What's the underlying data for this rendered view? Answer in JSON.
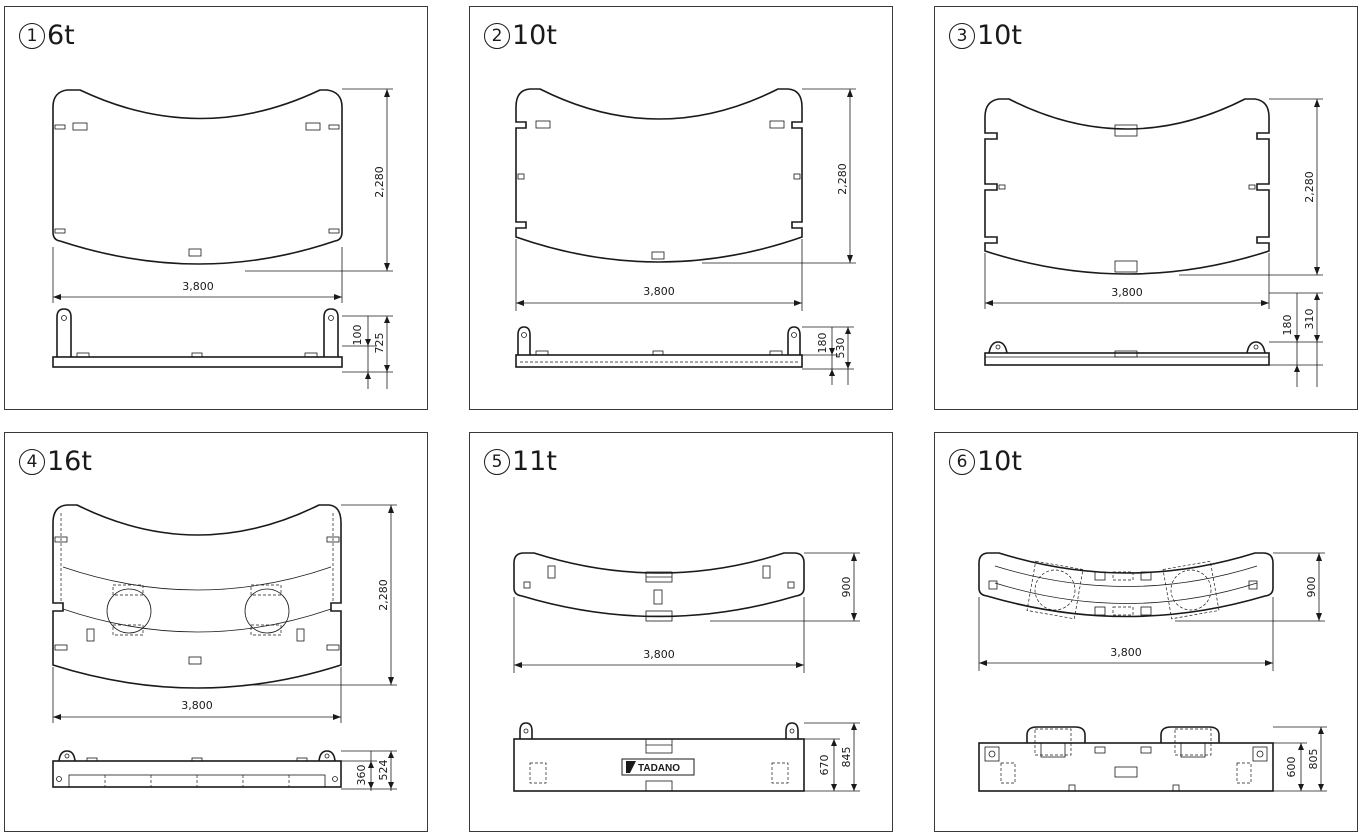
{
  "panels": [
    {
      "num": "1",
      "weight": "6t",
      "dim_width": "3,800",
      "dim_height": "2,280",
      "side_dims": [
        "100",
        "725"
      ]
    },
    {
      "num": "2",
      "weight": "10t",
      "dim_width": "3,800",
      "dim_height": "2,280",
      "side_dims": [
        "180",
        "530"
      ]
    },
    {
      "num": "3",
      "weight": "10t",
      "dim_width": "3,800",
      "dim_height": "2,280",
      "side_dims": [
        "180",
        "310"
      ]
    },
    {
      "num": "4",
      "weight": "16t",
      "dim_width": "3,800",
      "dim_height": "2,280",
      "side_dims": [
        "360",
        "524"
      ]
    },
    {
      "num": "5",
      "weight": "11t",
      "dim_width": "3,800",
      "dim_height": "900",
      "side_dims": [
        "670",
        "845"
      ],
      "logo": "TADANO"
    },
    {
      "num": "6",
      "weight": "10t",
      "dim_width": "3,800",
      "dim_height": "900",
      "side_dims": [
        "600",
        "805"
      ]
    }
  ]
}
